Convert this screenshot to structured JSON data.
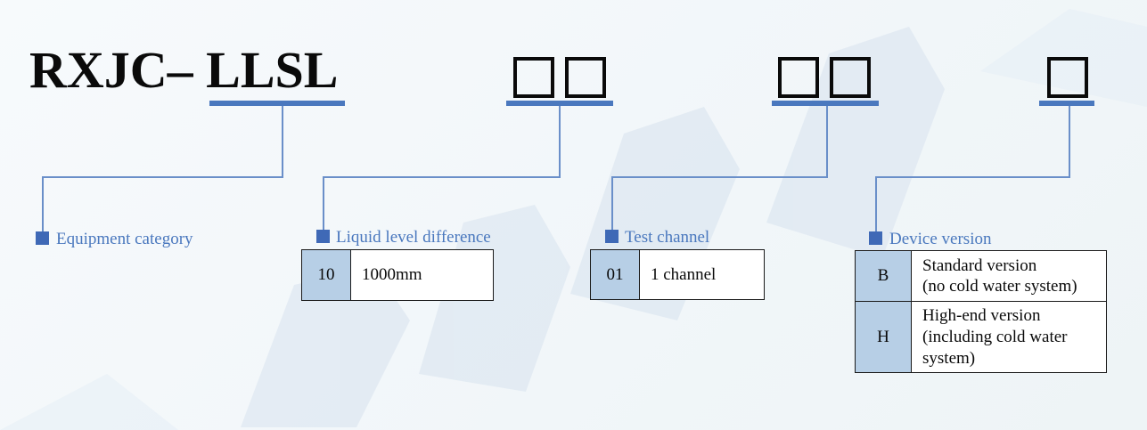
{
  "model": {
    "prefix": "RXJC– ",
    "code": "LLSL"
  },
  "placeholder_glyph": "□",
  "categories": {
    "equipment": {
      "label": "Equipment category"
    },
    "liquid": {
      "label": "Liquid level difference",
      "options": [
        {
          "code": "10",
          "desc": "1000mm"
        }
      ]
    },
    "channel": {
      "label": "Test channel",
      "options": [
        {
          "code": "01",
          "desc": "1 channel"
        }
      ]
    },
    "version": {
      "label": "Device version",
      "options": [
        {
          "code": "B",
          "desc_line1": "Standard version",
          "desc_line2": "(no cold water system)"
        },
        {
          "code": "H",
          "desc_line1": "High-end version",
          "desc_line2": "(including cold water",
          "desc_line3": "system)"
        }
      ]
    }
  },
  "colors": {
    "accent": "#4a78be",
    "code_cell": "#b7cfe6",
    "text": "#0a0a0a",
    "watermark": "#dce6f0"
  }
}
